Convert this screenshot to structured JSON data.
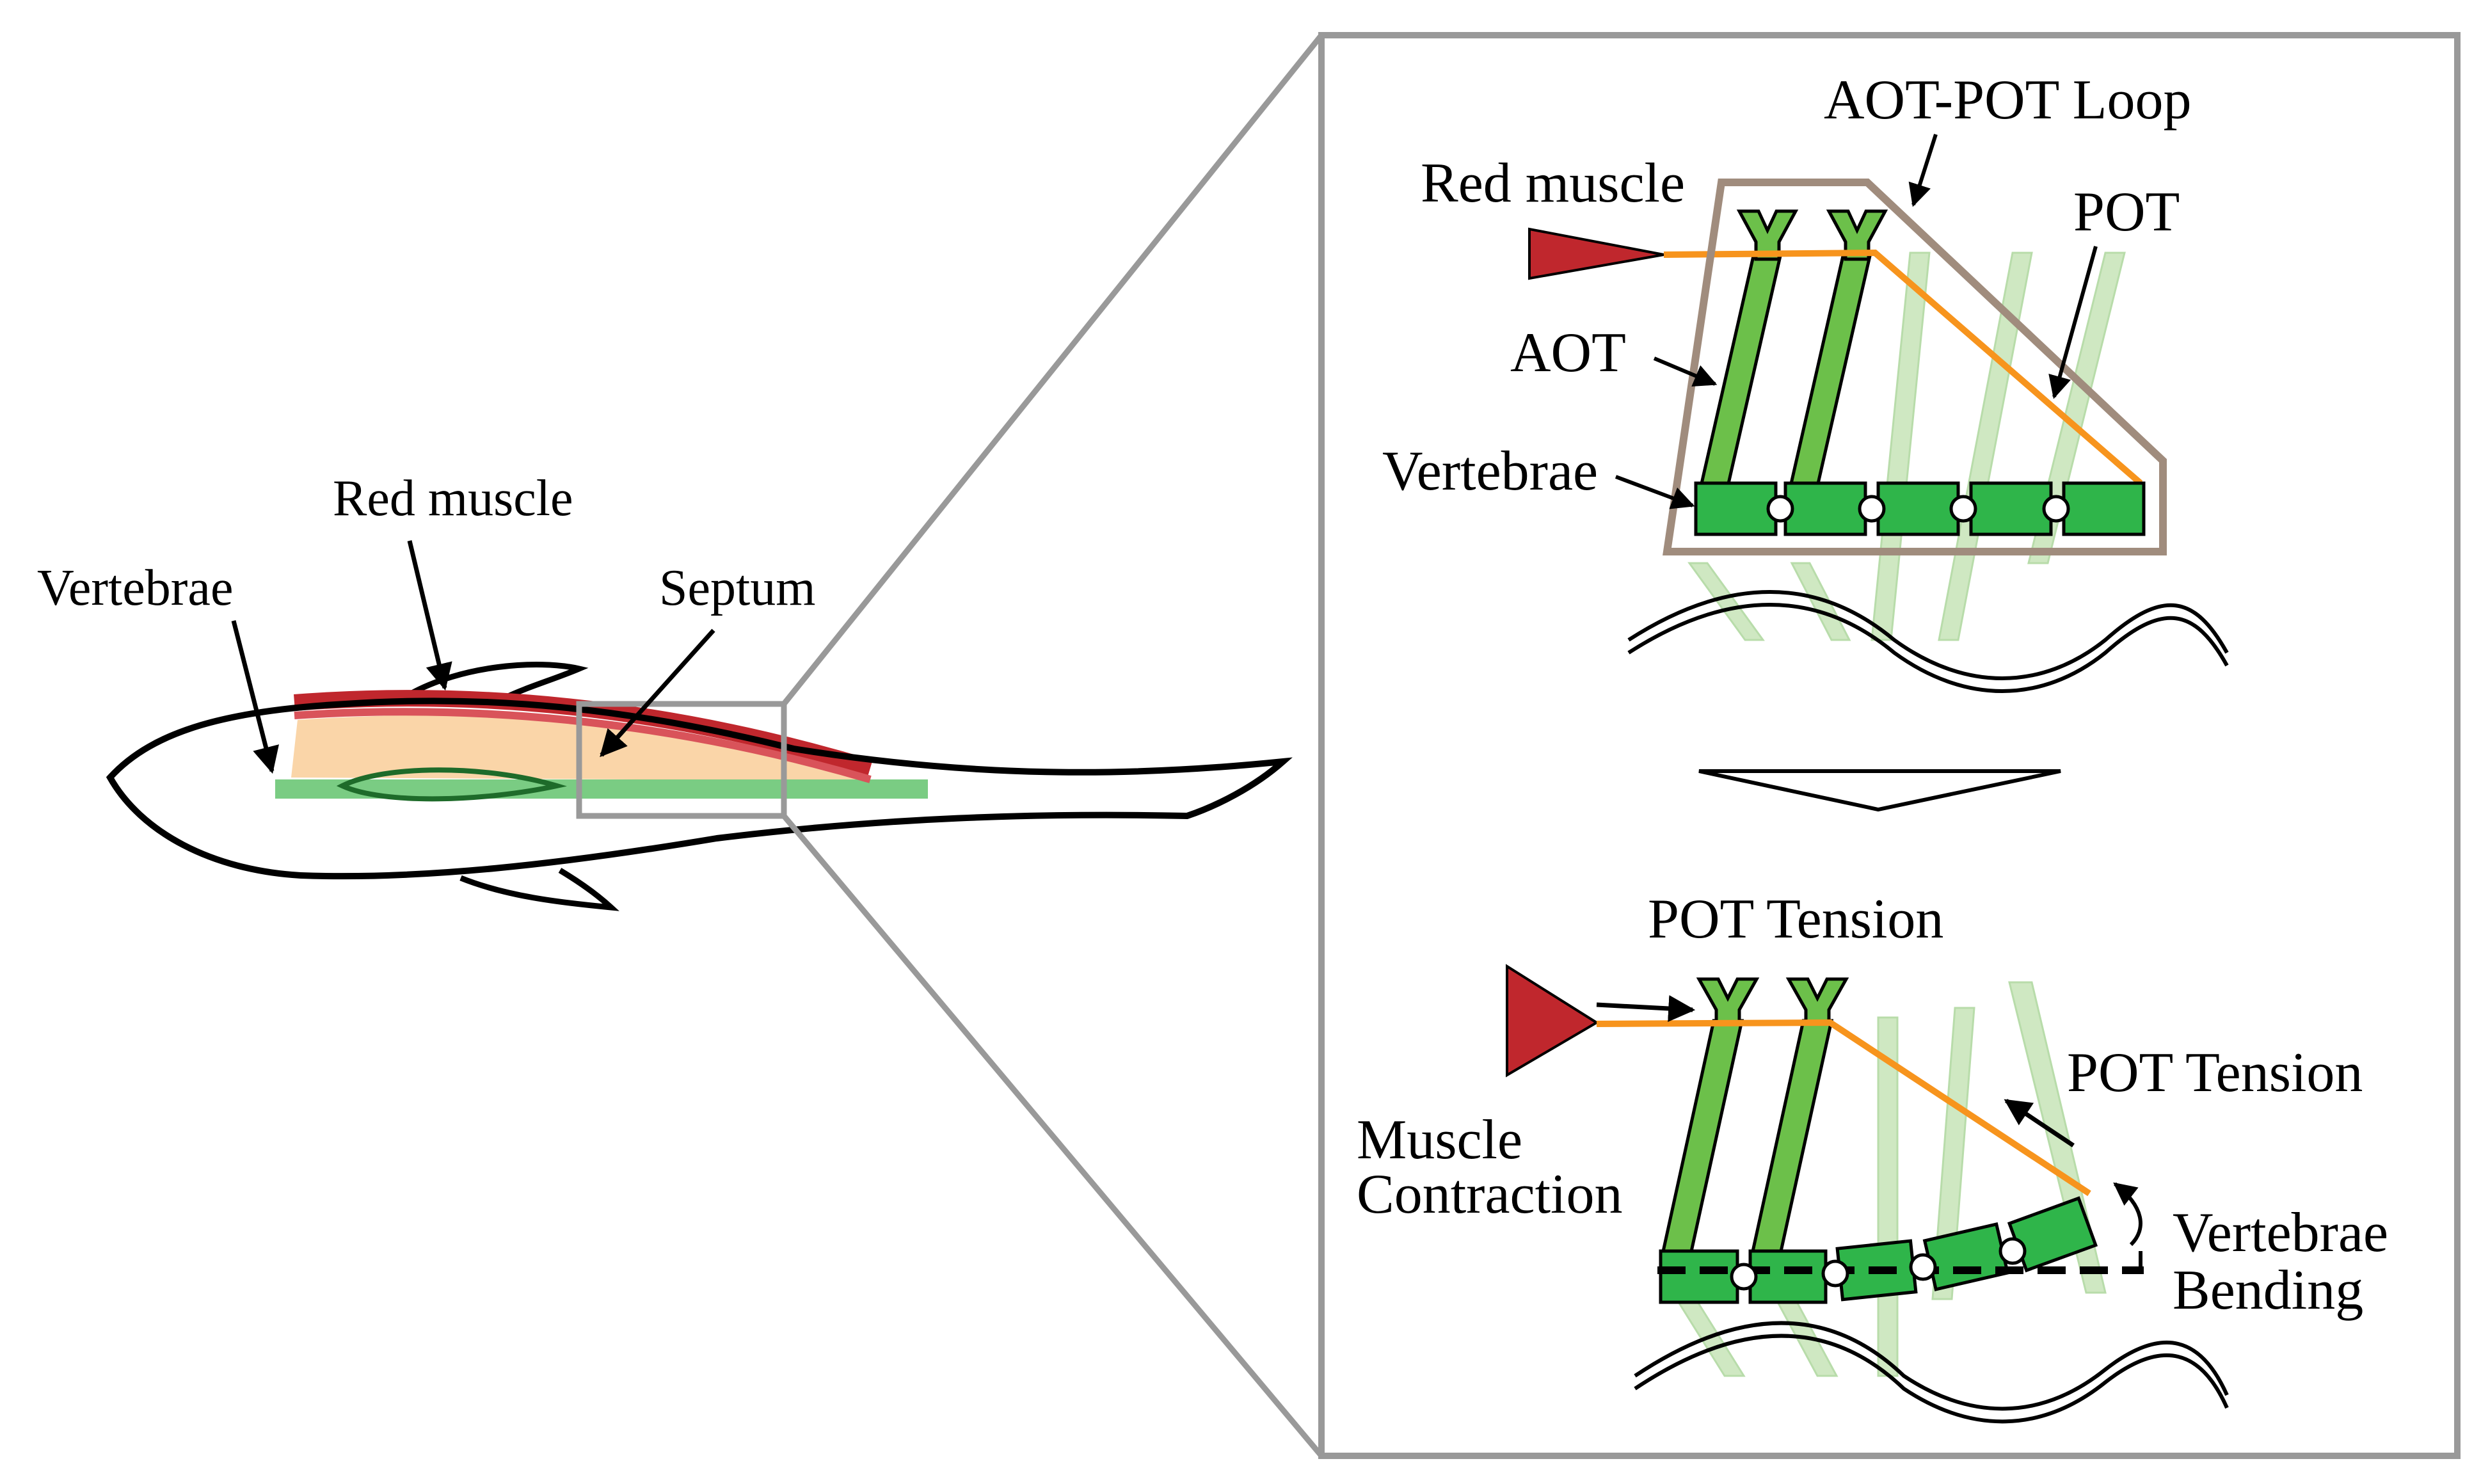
{
  "labels": {
    "red_muscle_left": "Red muscle",
    "vertebrae_left": "Vertebrae",
    "septum": "Septum",
    "aot_pot_loop": "AOT-POT Loop",
    "red_muscle_top": "Red muscle",
    "pot": "POT",
    "aot": "AOT",
    "vertebrae_top": "Vertebrae",
    "pot_tension_top": "POT Tension",
    "pot_tension_right": "POT Tension",
    "muscle_contraction_1": "Muscle",
    "muscle_contraction_2": "Contraction",
    "vertebrae_bending_1": "Vertebrae",
    "vertebrae_bending_2": "Bending"
  },
  "colors": {
    "red_muscle": "#c0272d",
    "red_muscle_light": "#d9535a",
    "tissue": "#fad5a8",
    "vertebrae": "#2fb54a",
    "vertebrae_light": "#7acc83",
    "tendon": "#f7941d",
    "aot_green": "#6cc04a",
    "ghost_green": "#cfe8c2",
    "loop": "#a08c7d",
    "frame": "#999999"
  }
}
